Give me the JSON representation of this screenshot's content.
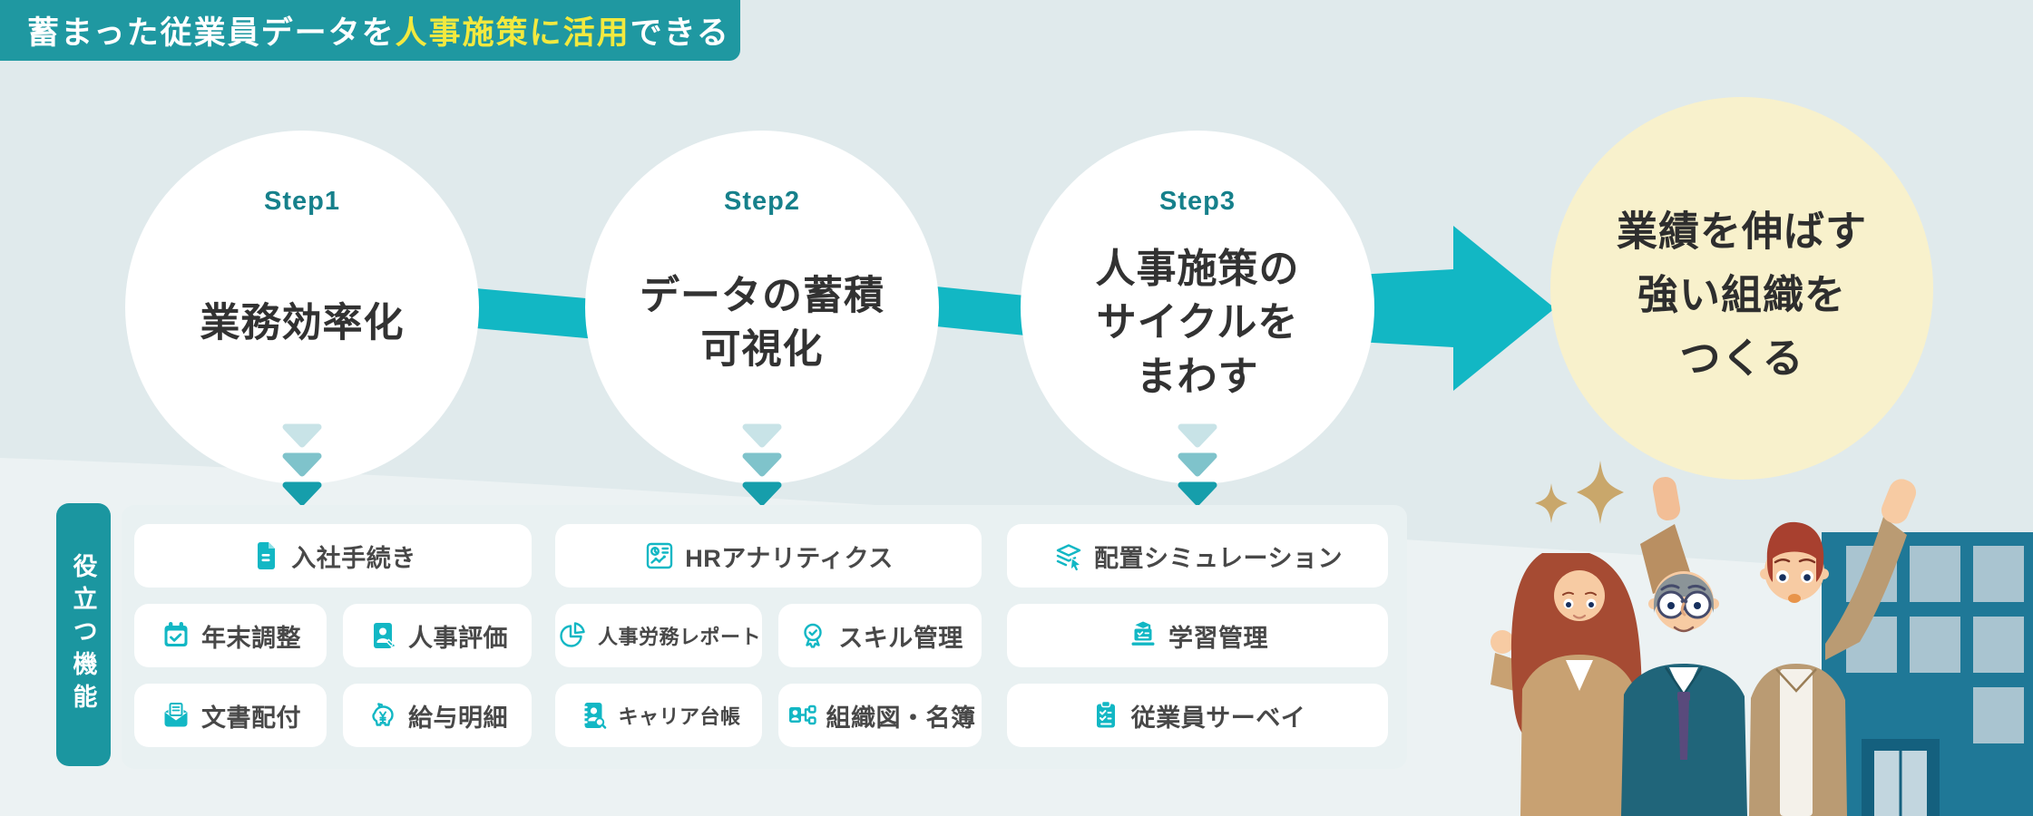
{
  "banner": {
    "prefix": "蓄まった従業員データを",
    "highlight": "人事施策に活用",
    "suffix": "できる"
  },
  "steps": [
    {
      "label": "Step1",
      "lines": [
        "業務効率化"
      ]
    },
    {
      "label": "Step2",
      "lines": [
        "データの蓄積",
        "可視化"
      ]
    },
    {
      "label": "Step3",
      "lines": [
        "人事施策の",
        "サイクルを",
        "まわす"
      ]
    }
  ],
  "goal": {
    "lines": [
      "業績を伸ばす",
      "強い組織を",
      "つくる"
    ]
  },
  "features": {
    "tab_label": "役立つ機能",
    "rows": [
      [
        {
          "icon": "document-icon",
          "label": "入社手続き"
        },
        {
          "icon": "analytics-icon",
          "label": "HRアナリティクス"
        },
        {
          "icon": "simulation-icon",
          "label": "配置シミュレーション"
        }
      ],
      [
        {
          "icon": "calendar-check-icon",
          "label": "年末調整"
        },
        {
          "icon": "evaluation-icon",
          "label": "人事評価"
        },
        {
          "icon": "pie-report-icon",
          "label": "人事労務レポート"
        },
        {
          "icon": "skill-badge-icon",
          "label": "スキル管理"
        },
        {
          "icon": "learning-icon",
          "label": "学習管理"
        }
      ],
      [
        {
          "icon": "envelope-icon",
          "label": "文書配付"
        },
        {
          "icon": "piggy-bank-icon",
          "label": "給与明細"
        },
        {
          "icon": "career-book-icon",
          "label": "キャリア台帳"
        },
        {
          "icon": "org-chart-icon",
          "label": "組織図・名簿"
        },
        {
          "icon": "survey-clipboard-icon",
          "label": "従業員サーベイ"
        }
      ]
    ]
  },
  "colors": {
    "background": "#E0EAEC",
    "banner_bg": "#1F98A1",
    "banner_highlight": "#F2E93F",
    "step_label": "#16808B",
    "accent_cyan": "#12B7C4",
    "goal_circle_bg": "#F8F1CC",
    "tab_bg": "#1B96A0",
    "chip_bg": "#FFFFFF",
    "text_dark": "#323232",
    "chip_text": "#484848",
    "chevron_light": "#C8E3E7",
    "chevron_mid": "#7FC3CB",
    "chevron_dark": "#169EAB"
  }
}
